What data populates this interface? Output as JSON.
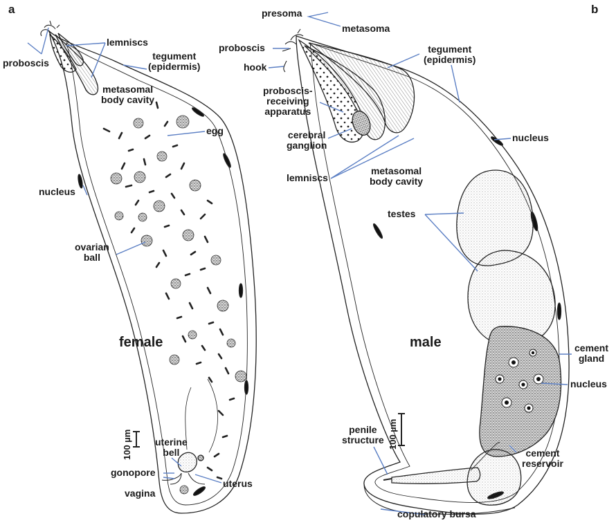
{
  "panels": {
    "a": "a",
    "b": "b"
  },
  "female": {
    "sex": "female",
    "labels": {
      "proboscis": "proboscis",
      "lemniscs": "lemniscs",
      "tegument": "tegument\n(epidermis)",
      "body_cavity": "metasomal\nbody cavity",
      "egg": "egg",
      "nucleus": "nucleus",
      "ovarian_ball": "ovarian\nball",
      "uterine_bell": "uterine\nbell",
      "gonopore": "gonopore",
      "vagina": "vagina",
      "uterus": "uterus"
    },
    "scale": "100 µm"
  },
  "male": {
    "sex": "male",
    "labels": {
      "presoma": "presoma",
      "metasoma": "metasoma",
      "proboscis": "proboscis",
      "hook": "hook",
      "tegument": "tegument\n(epidermis)",
      "receiving": "proboscis-\nreceiving\napparatus",
      "ganglion": "cerebral\nganglion",
      "nucleus": "nucleus",
      "lemniscs": "lemniscs",
      "body_cavity": "metasomal\nbody cavity",
      "testes": "testes",
      "cement_gland": "cement\ngland",
      "nucleus2": "nucleus",
      "penile": "penile\nstructure",
      "cement_reservoir": "cement\nreservoir",
      "bursa": "copulatory bursa"
    },
    "scale": "100 µm"
  },
  "colors": {
    "leader": "#5b7fc4",
    "ink": "#1a1a1a"
  }
}
